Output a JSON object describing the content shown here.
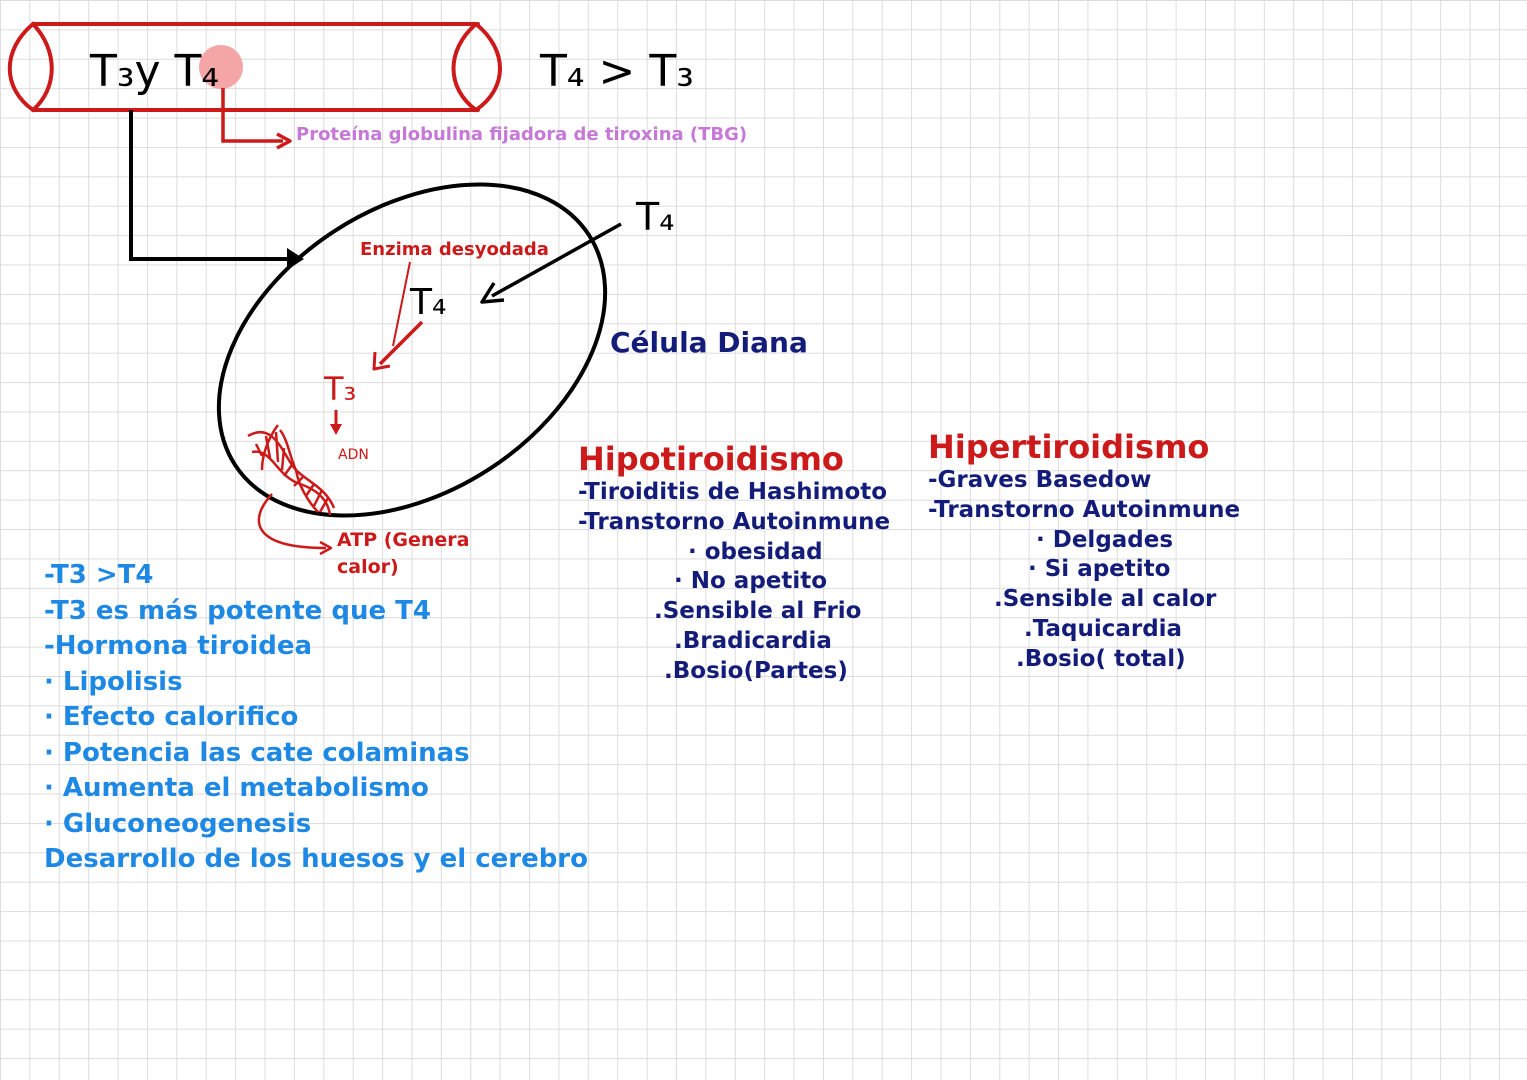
{
  "labels": {
    "t3_t4_main": "T₃y T₄",
    "t4_gt_t3": "T₄ > T₃",
    "tbg": "Proteína globulina fijadora de tiroxina (TBG)",
    "t4_outside": "T₄",
    "enzyme": "Enzima desyodada",
    "t4_inside": "T₄",
    "t3_inside": "T₃",
    "adn": "ADN",
    "atp_line1": "ATP (Genera",
    "atp_line2": "calor)",
    "celula": "Célula Diana"
  },
  "notes": [
    "-T3 >T4",
    "-T3 es más potente que T4",
    "-Hormona tiroidea",
    "· Lipolisis",
    "· Efecto calorifico",
    "· Potencia las cate colaminas",
    "· Aumenta el metabolismo",
    "· Gluconeogenesis",
    "Desarrollo de los huesos y el cerebro"
  ],
  "hipotiroidismo": {
    "title": "Hipotiroidismo",
    "items": [
      "-Tiroiditis de Hashimoto",
      "-Transtorno Autoinmune",
      "· obesidad",
      "· No apetito",
      ".Sensible al Frio",
      ".Bradicardia",
      ".Bosio(Partes)"
    ]
  },
  "hipertiroidismo": {
    "title": "Hipertiroidismo",
    "items": [
      "-Graves Basedow",
      "-Transtorno Autoinmune",
      "· Delgades",
      "· Si apetito",
      ".Sensible al calor",
      ".Taquicardia",
      ".Bosio( total)"
    ]
  },
  "colors": {
    "red": "#cc1a1a",
    "pink": "#f4a5a5",
    "lavender": "#c678d6",
    "navy": "#141c7a",
    "blue": "#1e88e5",
    "black": "#000000"
  }
}
